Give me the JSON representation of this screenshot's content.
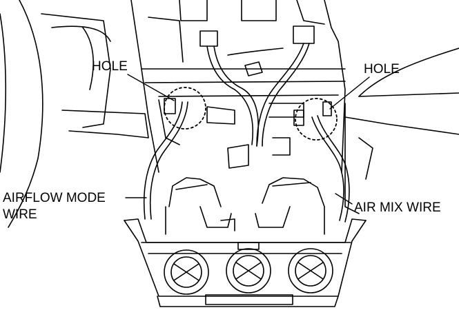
{
  "callouts": {
    "hole_left": "HOLE",
    "hole_right": "HOLE",
    "airflow_mode_wire_line1": "AIRFLOW MODE",
    "airflow_mode_wire_line2": "WIRE",
    "air_mix_wire": "AIR MIX WIRE"
  },
  "colors": {
    "ink": "#000000",
    "paper": "#ffffff"
  }
}
